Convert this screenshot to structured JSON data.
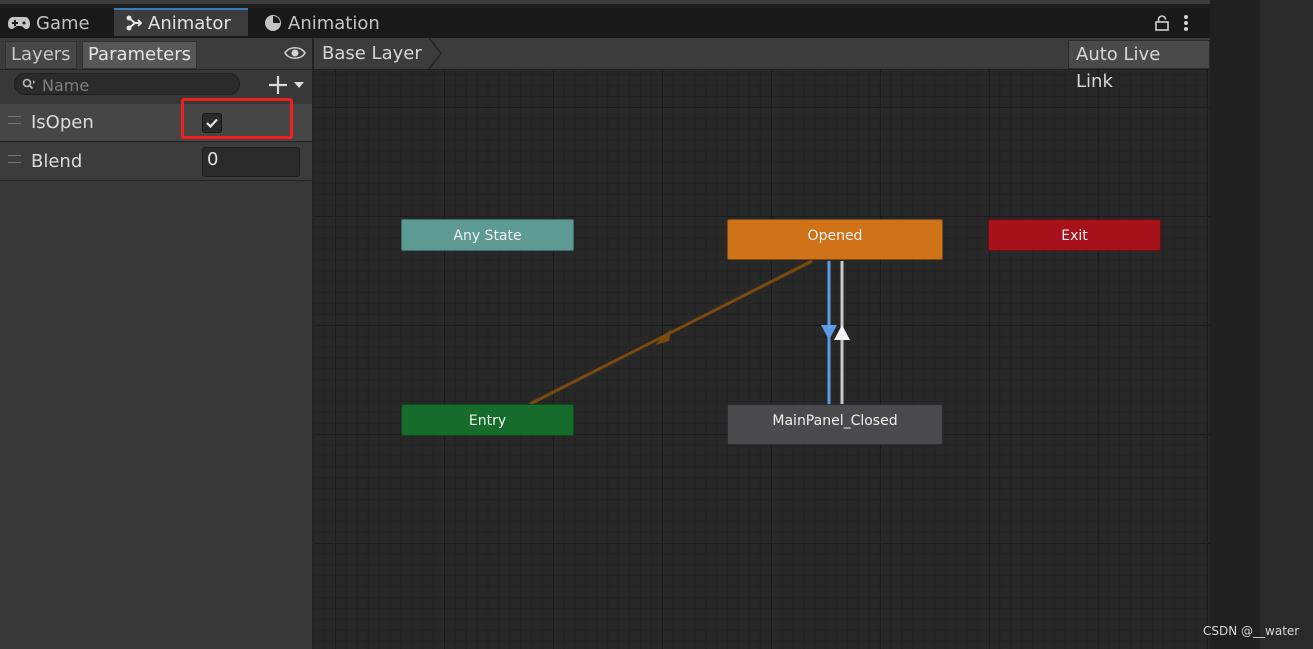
{
  "window": {
    "tabs": [
      {
        "label": "Game",
        "icon": "gamepad-icon"
      },
      {
        "label": "Animator",
        "icon": "animator-icon",
        "active": true
      },
      {
        "label": "Animation",
        "icon": "animation-clock-icon"
      }
    ]
  },
  "left_panel": {
    "tabs": [
      "Layers",
      "Parameters"
    ],
    "search": {
      "placeholder": "Name"
    },
    "parameters": [
      {
        "name": "IsOpen",
        "type": "bool",
        "value": true
      },
      {
        "name": "Blend",
        "type": "float",
        "value": "0"
      }
    ]
  },
  "graph": {
    "breadcrumb": "Base Layer",
    "auto_live_link": "Auto Live Link",
    "nodes": {
      "any_state": "Any State",
      "opened": "Opened",
      "exit": "Exit",
      "entry": "Entry",
      "closed": "MainPanel_Closed"
    }
  },
  "colors": {
    "any_state": "#5e9a94",
    "default_state": "#ce7117",
    "exit": "#a8121a",
    "entry": "#166d2b",
    "state": "#4a4a4c",
    "selected_transition": "#5b9be8",
    "highlight": "#f21e1e"
  },
  "watermark": "CSDN @__water"
}
